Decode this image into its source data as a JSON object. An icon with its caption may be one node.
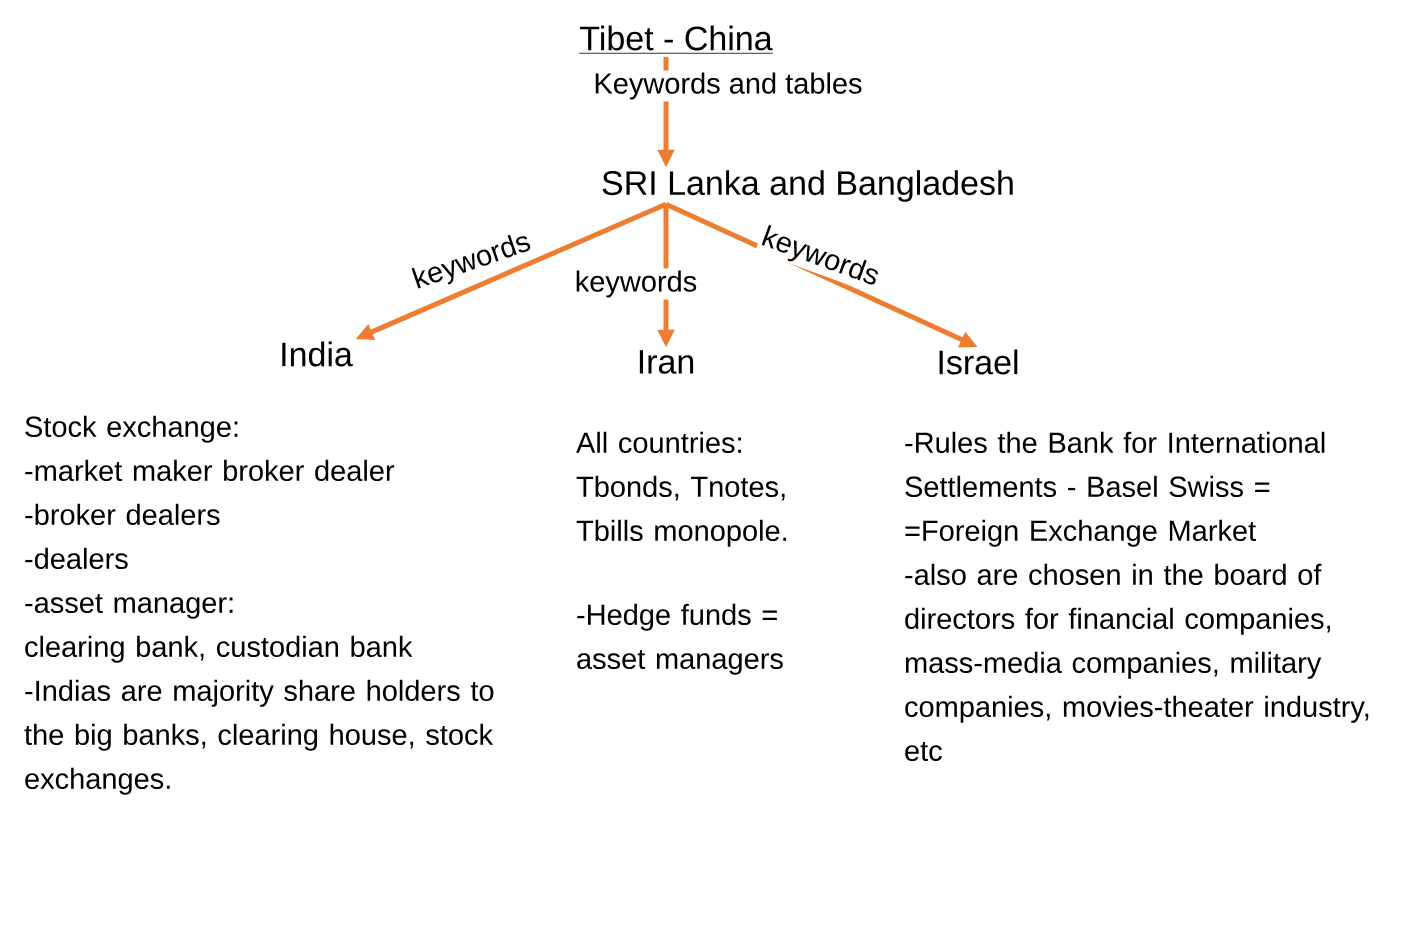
{
  "diagram": {
    "nodes": [
      {
        "text": [
          "Tibet - China"
        ]
      },
      {
        "text": [
          "SRI Lanka and Bangladesh"
        ]
      },
      {
        "text": [
          "India"
        ],
        "beside": [
          "Stock exchange:",
          "-market maker broker dealer",
          "-broker dealers",
          "-dealers",
          "-asset manager:",
          "clearing bank, custodian bank",
          "-Indias are majority share holders to the big banks, clearing house, stock exchanges."
        ]
      },
      {
        "text": [
          "Iran"
        ],
        "beside": [
          "All countries: Tbonds, Tnotes, Tbills monopole.",
          "-Hedge funds = asset managers"
        ]
      },
      {
        "text": [
          "Israel"
        ],
        "beside": [
          "-Rules the Bank for International Settlements - Basel Swiss = =Foreign Exchange Market",
          "-also are chosen in the board of directors for financial companies, mass-media companies, military companies, movies-theater industry, etc"
        ]
      }
    ],
    "edges": [
      {
        "from": 0,
        "to": 1,
        "arrow": "to",
        "label": "Keywords and tables"
      },
      {
        "from": 1,
        "to": 2,
        "arrow": "to",
        "label": "keywords"
      },
      {
        "from": 1,
        "to": 3,
        "arrow": "to",
        "label": "keywords"
      },
      {
        "from": 1,
        "to": 4,
        "arrow": "to",
        "label": "keywords"
      }
    ]
  }
}
